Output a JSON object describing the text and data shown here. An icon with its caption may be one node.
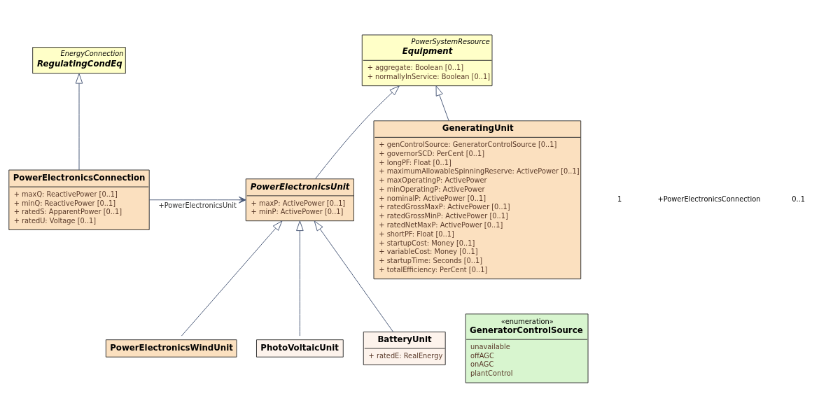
{
  "diagram": {
    "nodes": [
      {
        "text": [
          "EnergyConnection",
          "RegulatingCondEq"
        ]
      },
      {
        "text": [
          "PowerSystemResource",
          "Equipment",
          "+ aggregate: Boolean [0..1]",
          "+ normallyInService: Boolean [0..1]"
        ]
      },
      {
        "text": [
          "PowerElectronicsConnection",
          "+ maxQ: ReactivePower [0..1]",
          "+ minQ: ReactivePower [0..1]",
          "+ ratedS: ApparentPower [0..1]",
          "+ ratedU: Voltage [0..1]"
        ]
      },
      {
        "text": [
          "PowerElectronicsUnit",
          "+ maxP: ActivePower [0..1]",
          "+ minP: ActivePower [0..1]"
        ]
      },
      {
        "text": [
          "GeneratingUnit",
          "+ genControlSource: GeneratorControlSource [0..1]",
          "+ governorSCD: PerCent [0..1]",
          "+ longPF: Float [0..1]",
          "+ maximumAllowableSpinningReserve: ActivePower [0..1]",
          "+ maxOperatingP: ActivePower",
          "+ minOperatingP: ActivePower",
          "+ nominalP: ActivePower [0..1]",
          "+ ratedGrossMaxP: ActivePower [0..1]",
          "+ ratedGrossMinP: ActivePower [0..1]",
          "+ ratedNetMaxP: ActivePower [0..1]",
          "+ shortPF: Float [0..1]",
          "+ startupCost: Money [0..1]",
          "+ variableCost: Money [0..1]",
          "+ startupTime: Seconds [0..1]",
          "+ totalEfficiency: PerCent [0..1]"
        ]
      },
      {
        "text": [
          "«enumeration»",
          "GeneratorControlSource",
          "unavailable",
          "offAGC",
          "onAGC",
          "plantControl"
        ]
      },
      {
        "text": [
          "PowerElectronicsWindUnit"
        ]
      },
      {
        "text": [
          "PhotoVoltaicUnit"
        ]
      },
      {
        "text": [
          "BatteryUnit",
          "+ ratedE: RealEnergy"
        ]
      }
    ],
    "edges": [
      {
        "from": 2,
        "to": 0,
        "arrow": "to"
      },
      {
        "from": 3,
        "to": 1,
        "arrow": "to"
      },
      {
        "from": 4,
        "to": 1,
        "arrow": "to"
      },
      {
        "from": 2,
        "to": 3,
        "arrow": "to",
        "label": "+PowerElectronicsUnit"
      },
      {
        "from": 6,
        "to": 3,
        "arrow": "to"
      },
      {
        "from": 7,
        "to": 3,
        "arrow": "to"
      },
      {
        "from": 8,
        "to": 3,
        "arrow": "to"
      }
    ],
    "labels": [
      "1",
      "+PowerElectronicsConnection",
      "0..1"
    ]
  }
}
